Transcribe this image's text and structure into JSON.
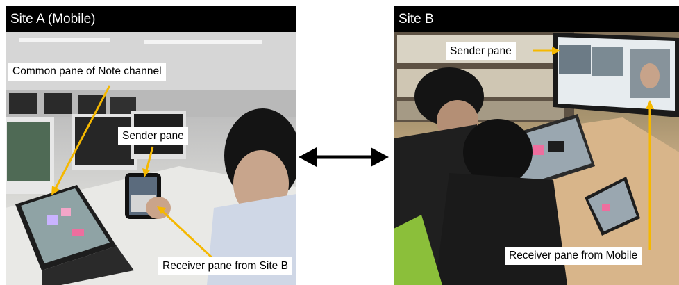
{
  "siteA": {
    "title": "Site A (Mobile)",
    "labels": {
      "common_pane": "Common pane of Note channel",
      "sender_pane": "Sender pane",
      "receiver_pane": "Receiver pane from Site B"
    }
  },
  "siteB": {
    "title": "Site B",
    "labels": {
      "sender_pane": "Sender pane",
      "receiver_pane": "Receiver pane from Mobile"
    }
  },
  "colors": {
    "annotation_arrow": "#f5b800",
    "title_bar": "#000000",
    "label_bg": "#ffffff"
  },
  "icons": [
    "double-headed-arrow-icon"
  ]
}
